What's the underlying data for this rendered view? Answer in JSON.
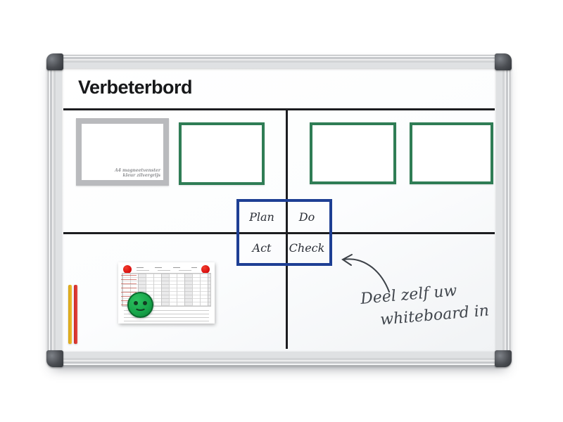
{
  "photo": {
    "board": {
      "title": "Verbeterbord",
      "pdca": {
        "plan": "Plan",
        "do": "Do",
        "act": "Act",
        "check": "Check"
      },
      "gray_window_caption": "A4 magneetvenster\nkleur zilvergrijs",
      "handwriting": {
        "line1": "Deel zelf uw",
        "line2": "whiteboard in"
      }
    },
    "colors": {
      "divider_black": "#1c1d20",
      "pdca_blue": "#1e3f94",
      "window_green": "#2f7d55",
      "window_gray": "#b9babd",
      "magnet_red": "#d90f0f",
      "strip_yellow": "#eebd2e",
      "strip_red": "#e8453d",
      "smiley_green": "#17a44a",
      "frame_aluminium": "#dfe1e3"
    }
  }
}
